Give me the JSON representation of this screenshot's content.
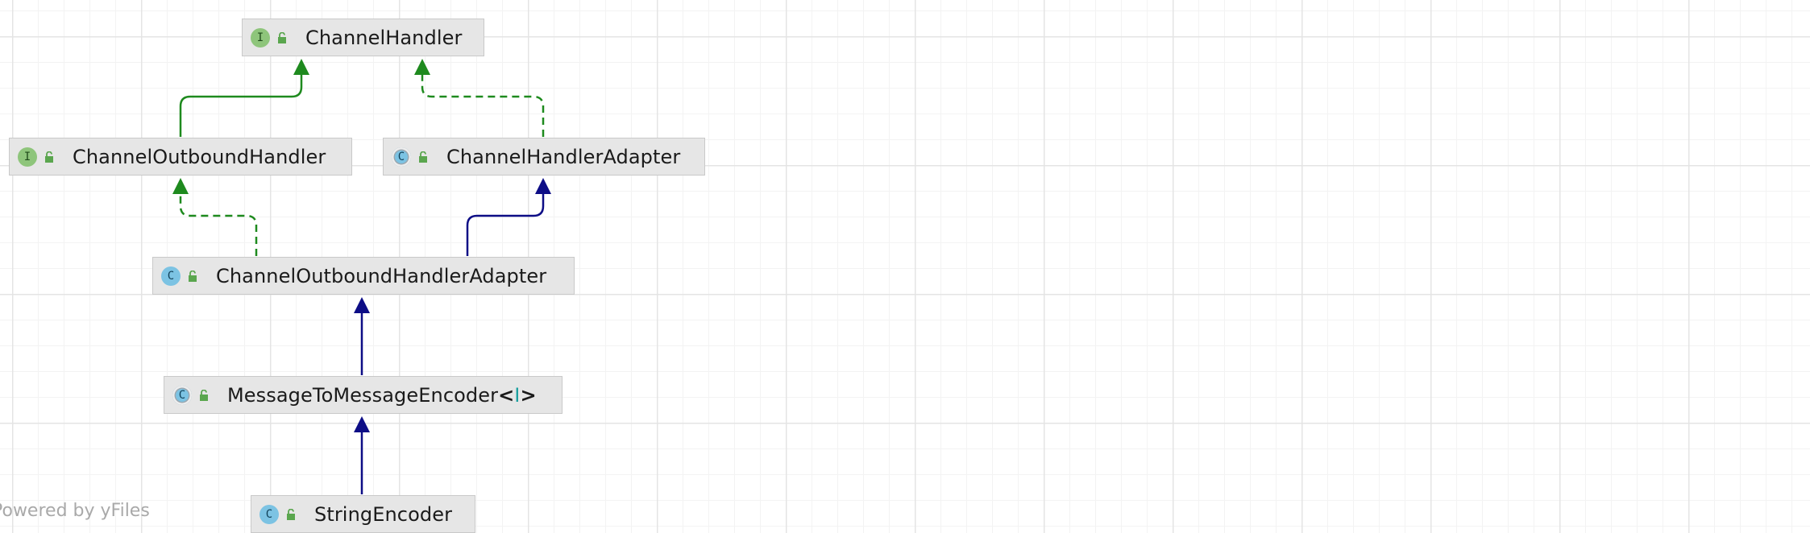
{
  "diagram": {
    "nodes": [
      {
        "id": "channel-handler",
        "kind": "interface",
        "kind_glyph": "I",
        "label": "ChannelHandler"
      },
      {
        "id": "channel-outbound-handler",
        "kind": "interface",
        "kind_glyph": "I",
        "label": "ChannelOutboundHandler"
      },
      {
        "id": "channel-handler-adapter",
        "kind": "abstract-class",
        "kind_glyph": "C",
        "label": "ChannelHandlerAdapter"
      },
      {
        "id": "channel-outbound-handler-adapter",
        "kind": "class",
        "kind_glyph": "C",
        "label": "ChannelOutboundHandlerAdapter"
      },
      {
        "id": "message-to-message-encoder",
        "kind": "abstract-class",
        "kind_glyph": "C",
        "label": "MessageToMessageEncoder",
        "type_param_open": "<",
        "type_param": "I",
        "type_param_close": ">"
      },
      {
        "id": "string-encoder",
        "kind": "class",
        "kind_glyph": "C",
        "label": "StringEncoder"
      }
    ],
    "edges": [
      {
        "from": "channel-outbound-handler",
        "to": "channel-handler",
        "relation": "extends"
      },
      {
        "from": "channel-handler-adapter",
        "to": "channel-handler",
        "relation": "implements"
      },
      {
        "from": "channel-outbound-handler-adapter",
        "to": "channel-outbound-handler",
        "relation": "implements"
      },
      {
        "from": "channel-outbound-handler-adapter",
        "to": "channel-handler-adapter",
        "relation": "extends"
      },
      {
        "from": "message-to-message-encoder",
        "to": "channel-outbound-handler-adapter",
        "relation": "extends"
      },
      {
        "from": "string-encoder",
        "to": "message-to-message-encoder",
        "relation": "extends"
      }
    ],
    "colors": {
      "interface_inheritance": "#1e8a1e",
      "class_inheritance": "#0d0d86",
      "node_fill": "#e6e6e6",
      "node_border": "#c9c9c9",
      "interface_badge": "#8ec57b",
      "class_badge": "#7cc3e3"
    }
  },
  "watermark": "Powered by yFiles"
}
